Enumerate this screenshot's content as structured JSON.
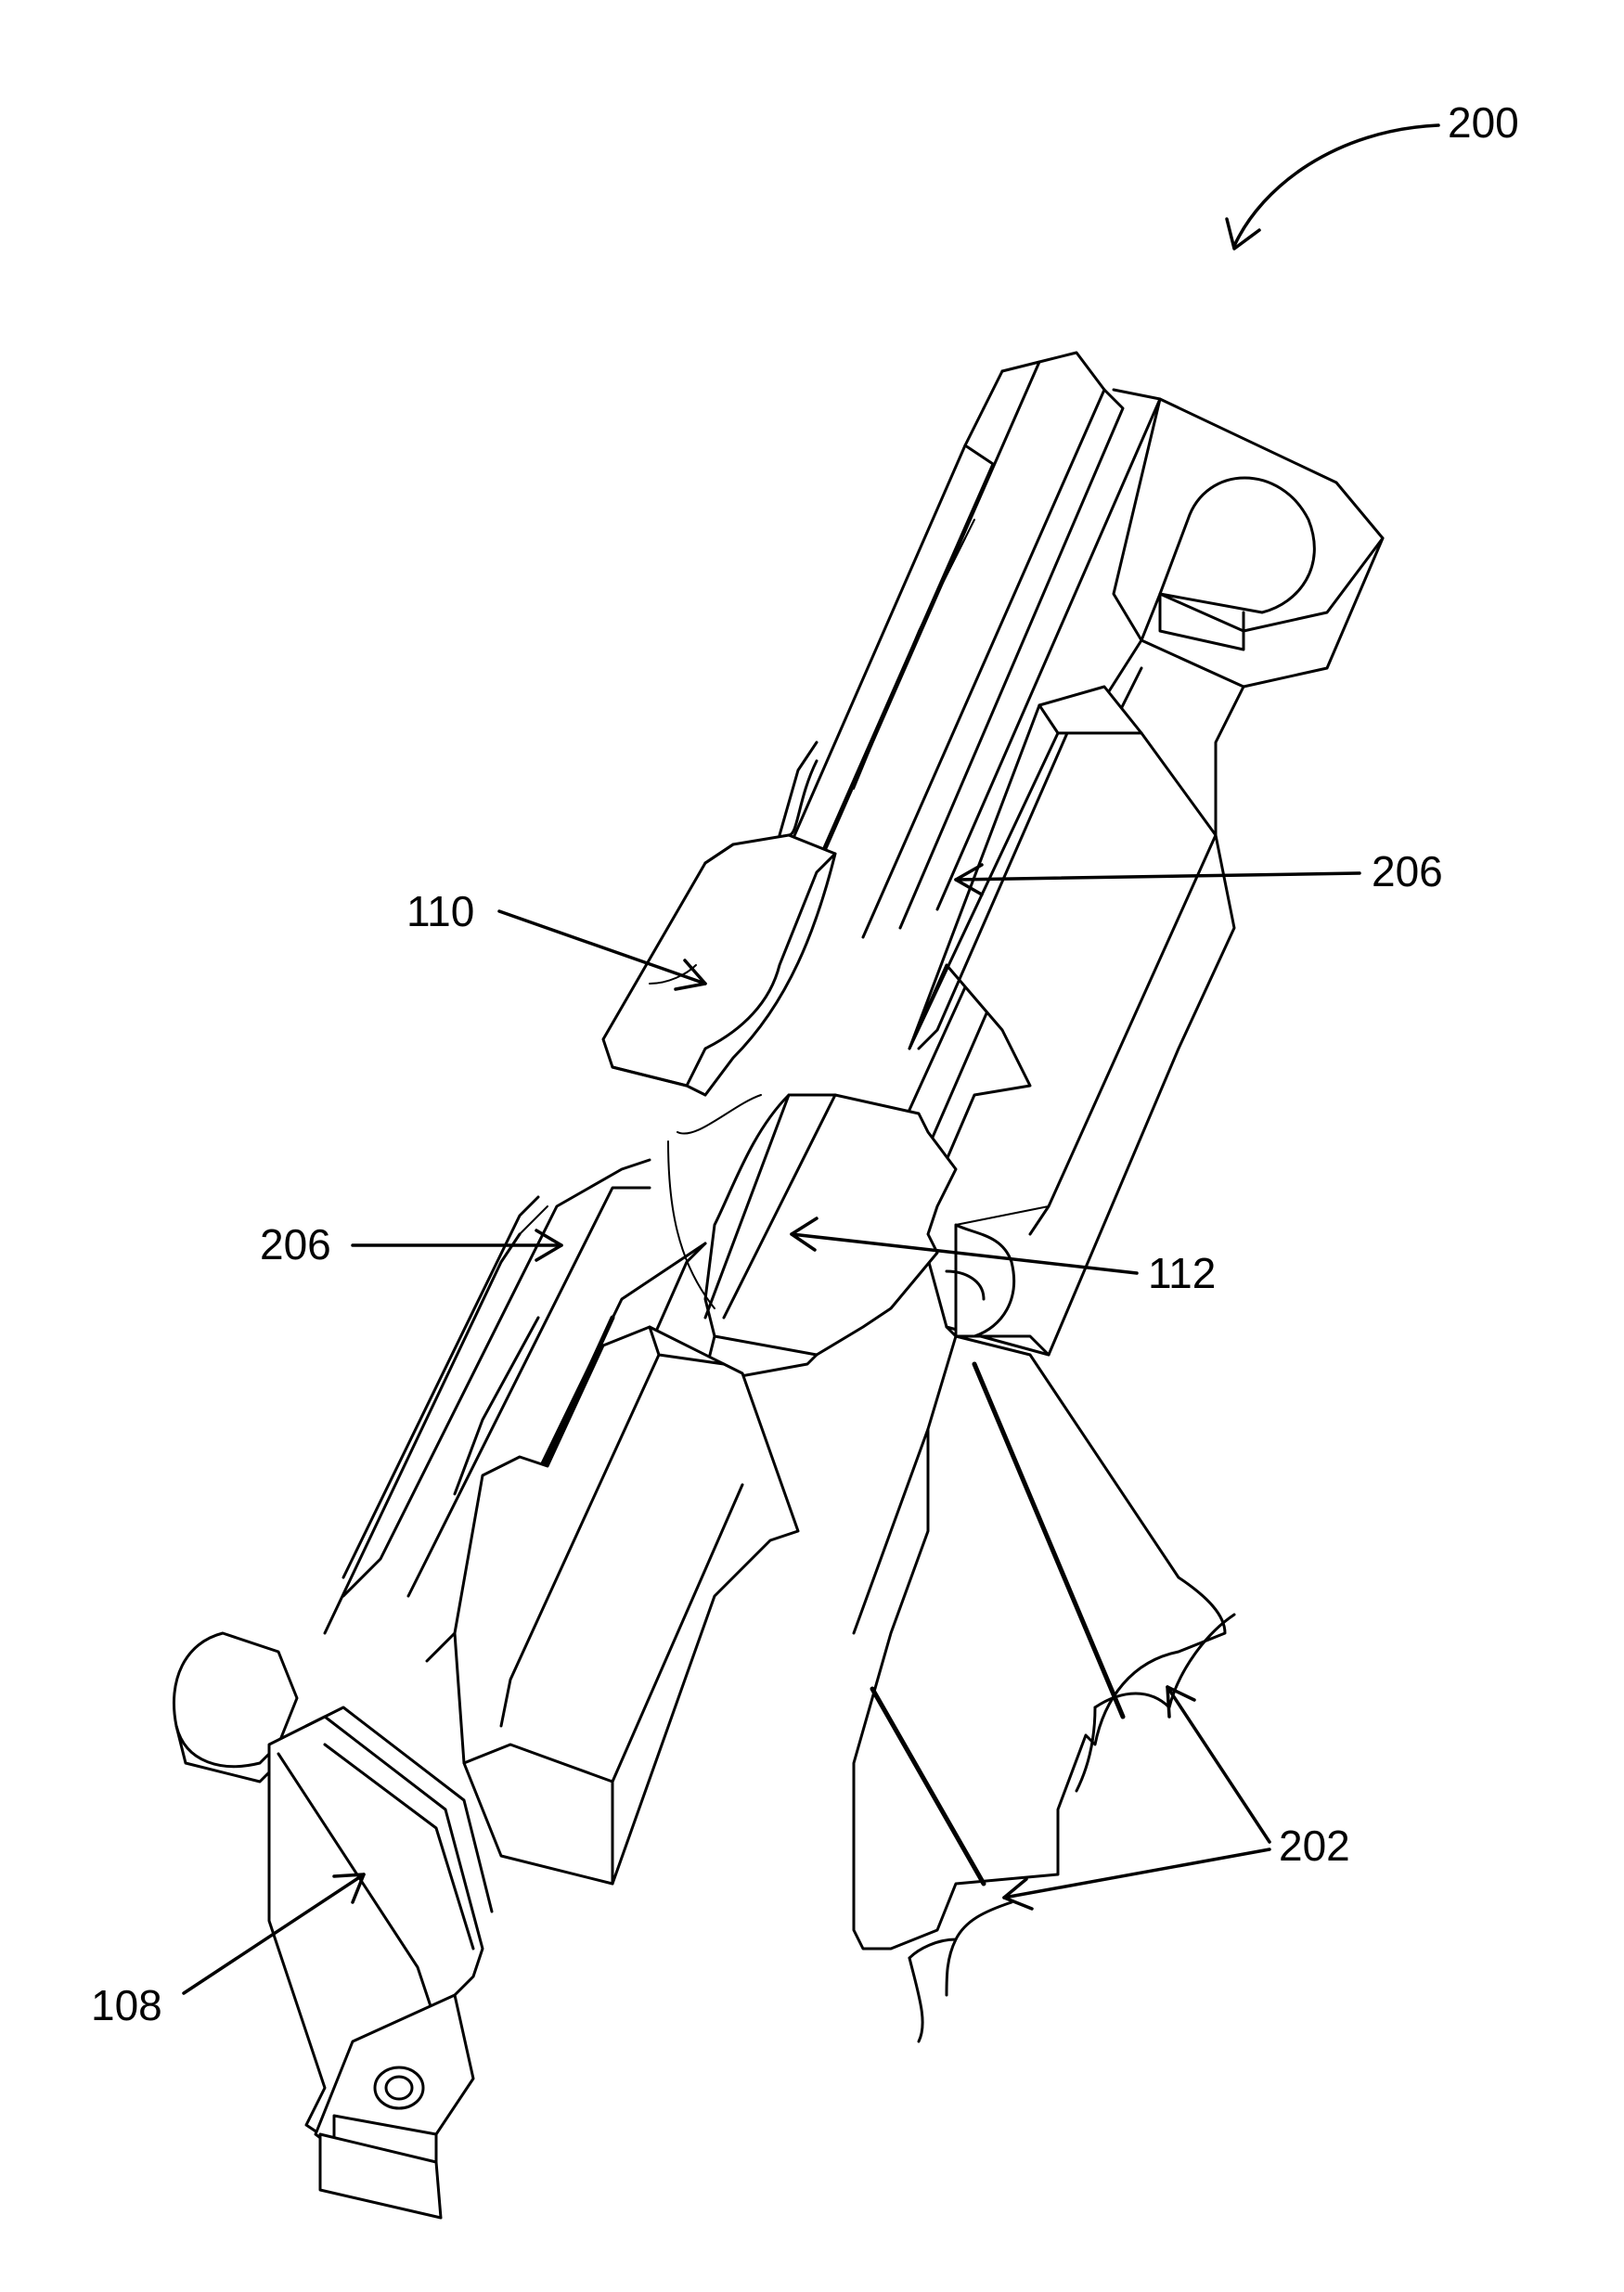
{
  "figure": {
    "number_label": "200",
    "labels": {
      "ref_110": "110",
      "ref_206_upper": "206",
      "ref_206_lower": "206",
      "ref_112": "112",
      "ref_202": "202",
      "ref_108": "108"
    }
  }
}
